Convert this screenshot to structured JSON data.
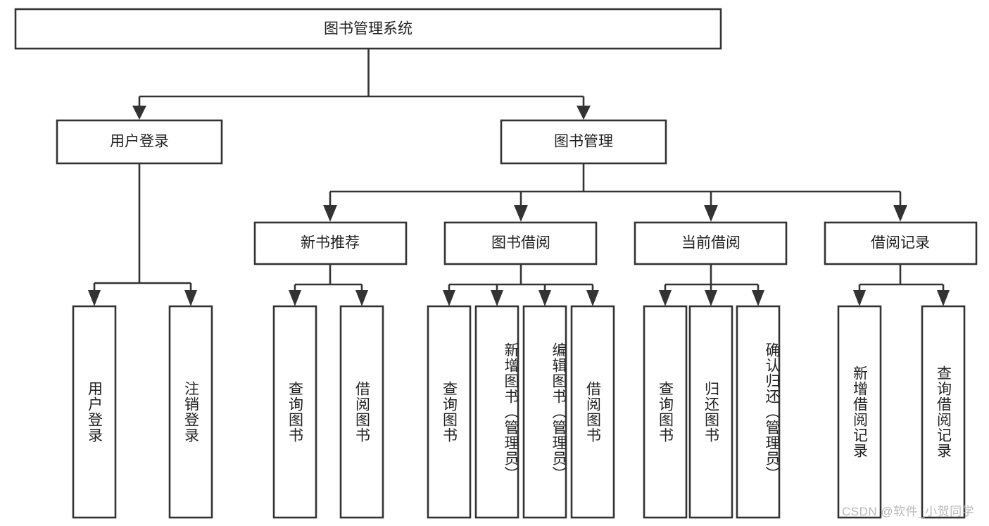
{
  "diagram": {
    "type": "tree",
    "title": "图书管理系统",
    "orientation": "top-down",
    "root": {
      "label": "图书管理系统"
    },
    "level2": [
      {
        "label": "用户登录"
      },
      {
        "label": "图书管理"
      }
    ],
    "level3": [
      {
        "label": "新书推荐"
      },
      {
        "label": "图书借阅"
      },
      {
        "label": "当前借阅"
      },
      {
        "label": "借阅记录"
      }
    ],
    "leaves": {
      "user_login": [
        {
          "label": "用户登录"
        },
        {
          "label": "注销登录"
        }
      ],
      "new_book_recommend": [
        {
          "label": "查询图书"
        },
        {
          "label": "借阅图书"
        }
      ],
      "book_borrow": [
        {
          "label": "查询图书"
        },
        {
          "label": "新增图书（管理员）"
        },
        {
          "label": "编辑图书（管理员）"
        },
        {
          "label": "借阅图书"
        }
      ],
      "current_borrow": [
        {
          "label": "查询图书"
        },
        {
          "label": "归还图书"
        },
        {
          "label": "确认归还（管理员）"
        }
      ],
      "borrow_record": [
        {
          "label": "新增借阅记录"
        },
        {
          "label": "查询借阅记录"
        }
      ]
    }
  },
  "colors": {
    "stroke": "#333333",
    "box_fill": "#ffffff",
    "text": "#222222",
    "watermark": "#b9b9b9",
    "background": "#ffffff"
  },
  "watermark": {
    "text": "CSDN @软件_小贺同学"
  }
}
